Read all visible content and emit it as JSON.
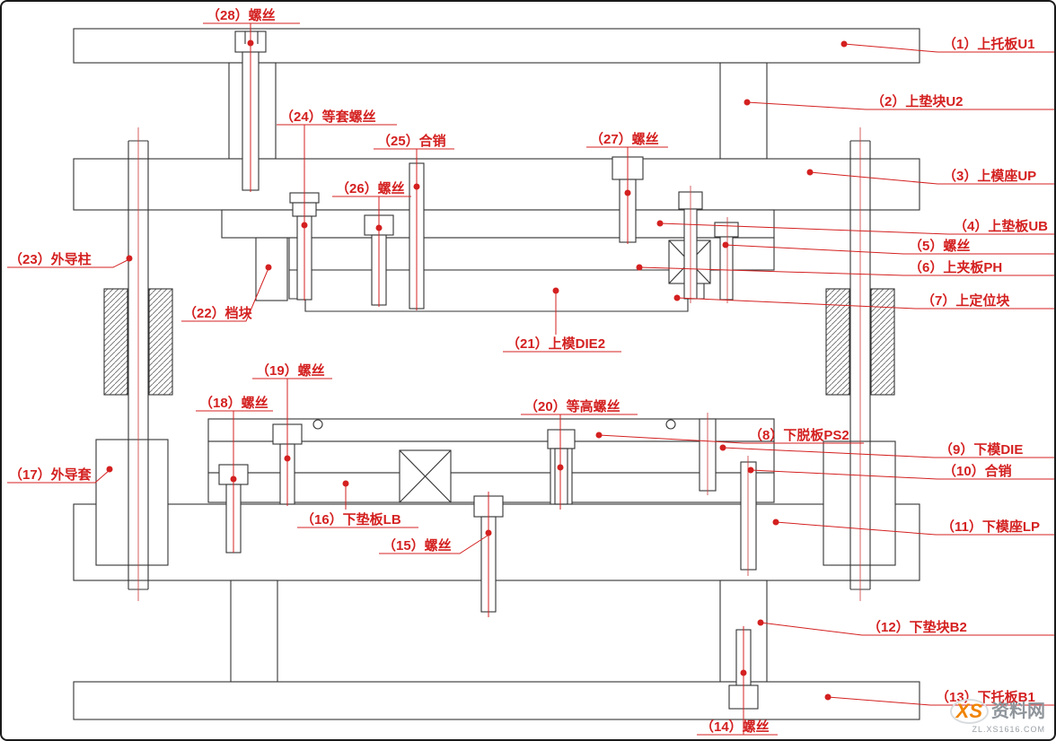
{
  "callouts": [
    {
      "num": "1",
      "text": "（1）上托板U1"
    },
    {
      "num": "2",
      "text": "（2）上垫块U2"
    },
    {
      "num": "3",
      "text": "（3）上模座UP"
    },
    {
      "num": "4",
      "text": "（4）上垫板UB"
    },
    {
      "num": "5",
      "text": "（5）螺丝"
    },
    {
      "num": "6",
      "text": "（6）上夹板PH"
    },
    {
      "num": "7",
      "text": "（7）上定位块"
    },
    {
      "num": "8",
      "text": "（8）下脱板PS2"
    },
    {
      "num": "9",
      "text": "（9）下模DIE"
    },
    {
      "num": "10",
      "text": "（10）合销"
    },
    {
      "num": "11",
      "text": "（11）下模座LP"
    },
    {
      "num": "12",
      "text": "（12）下垫块B2"
    },
    {
      "num": "13",
      "text": "（13）下托板B1"
    },
    {
      "num": "14",
      "text": "（14）螺丝"
    },
    {
      "num": "15",
      "text": "（15）螺丝"
    },
    {
      "num": "16",
      "text": "（16）下垫板LB"
    },
    {
      "num": "17",
      "text": "（17）外导套"
    },
    {
      "num": "18",
      "text": "（18）螺丝"
    },
    {
      "num": "19",
      "text": "（19）螺丝"
    },
    {
      "num": "20",
      "text": "（20）等高螺丝"
    },
    {
      "num": "21",
      "text": "（21）上模DIE2"
    },
    {
      "num": "22",
      "text": "（22）档块"
    },
    {
      "num": "23",
      "text": "（23）外导柱"
    },
    {
      "num": "24",
      "text": "（24）等套螺丝"
    },
    {
      "num": "25",
      "text": "（25）合销"
    },
    {
      "num": "26",
      "text": "（26）螺丝"
    },
    {
      "num": "27",
      "text": "（27）螺丝"
    },
    {
      "num": "28",
      "text": "（28）螺丝"
    }
  ],
  "watermark": {
    "brand": "XS",
    "site_name": "资料网",
    "url": "ZL.XS1616.COM"
  },
  "colors": {
    "callout_red": "#d42020",
    "line_black": "#333333",
    "watermark_orange": "#f08300"
  }
}
